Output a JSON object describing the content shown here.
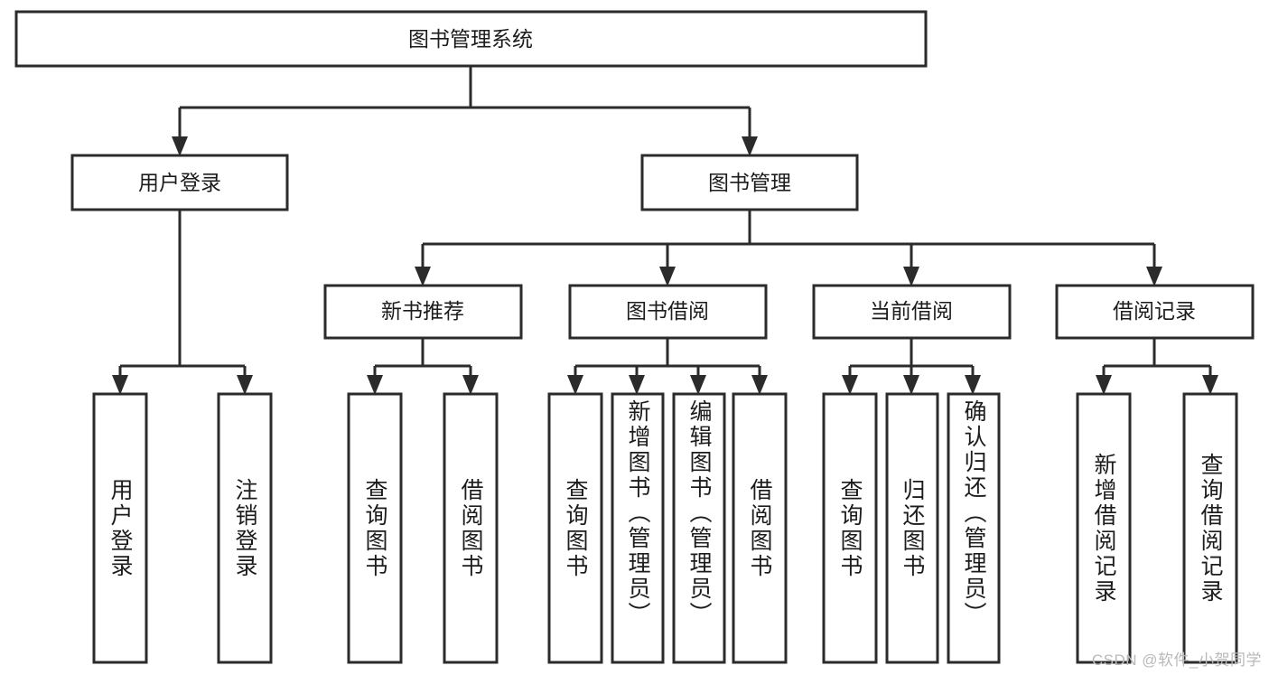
{
  "diagram": {
    "type": "tree-hierarchy",
    "title": "图书管理系统",
    "watermark": "CSDN @软件_小贺同学",
    "colors": {
      "stroke": "#2b2b2b",
      "fill": "#ffffff",
      "text": "#1c1c1c",
      "watermark": "#b9b9b9",
      "background": "#ffffff"
    },
    "root": {
      "label": "图书管理系统"
    },
    "level2": [
      {
        "id": "user-login",
        "label": "用户登录"
      },
      {
        "id": "book-management",
        "label": "图书管理"
      }
    ],
    "level3": [
      {
        "id": "new-book-recommend",
        "label": "新书推荐",
        "parent": "book-management"
      },
      {
        "id": "book-borrow",
        "label": "图书借阅",
        "parent": "book-management"
      },
      {
        "id": "current-borrow",
        "label": "当前借阅",
        "parent": "book-management"
      },
      {
        "id": "borrow-record",
        "label": "借阅记录",
        "parent": "book-management"
      }
    ],
    "leaves": [
      {
        "id": "leaf-user-login",
        "label": "用户登录",
        "parent": "user-login"
      },
      {
        "id": "leaf-user-logout",
        "label": "注销登录",
        "parent": "user-login"
      },
      {
        "id": "leaf-query-book-1",
        "label": "查询图书",
        "parent": "new-book-recommend"
      },
      {
        "id": "leaf-borrow-book-1",
        "label": "借阅图书",
        "parent": "new-book-recommend"
      },
      {
        "id": "leaf-query-book-2",
        "label": "查询图书",
        "parent": "book-borrow"
      },
      {
        "id": "leaf-add-book",
        "label": "新增图书（管理员）",
        "parent": "book-borrow"
      },
      {
        "id": "leaf-edit-book",
        "label": "编辑图书（管理员）",
        "parent": "book-borrow"
      },
      {
        "id": "leaf-borrow-book-2",
        "label": "借阅图书",
        "parent": "book-borrow"
      },
      {
        "id": "leaf-query-book-3",
        "label": "查询图书",
        "parent": "current-borrow"
      },
      {
        "id": "leaf-return-book",
        "label": "归还图书",
        "parent": "current-borrow"
      },
      {
        "id": "leaf-confirm-return",
        "label": "确认归还（管理员）",
        "parent": "current-borrow"
      },
      {
        "id": "leaf-add-record",
        "label": "新增借阅记录",
        "parent": "borrow-record"
      },
      {
        "id": "leaf-query-record",
        "label": "查询借阅记录",
        "parent": "borrow-record"
      }
    ]
  }
}
